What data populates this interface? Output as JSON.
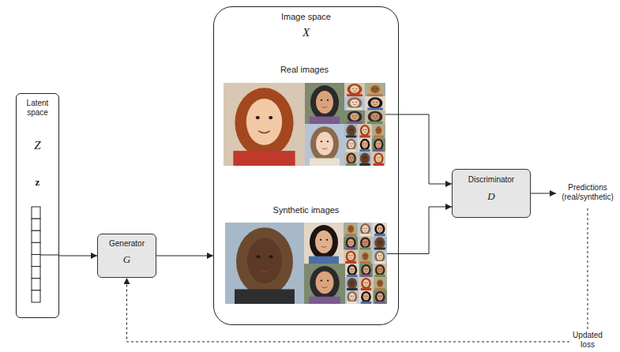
{
  "diagram": {
    "nodes": [
      {
        "text": [
          "Latent space",
          "Z",
          "z"
        ]
      },
      {
        "text": [
          "Generator",
          "G"
        ]
      },
      {
        "text": [
          "Image space",
          "X"
        ]
      },
      {
        "text": [
          "Real images"
        ],
        "in": 2
      },
      {
        "text": [
          "Synthetic images"
        ],
        "in": 2
      },
      {
        "text": [
          "Discriminator",
          "D"
        ]
      },
      {
        "text": [
          "Predictions (real/synthetic)"
        ]
      }
    ],
    "edges": [
      {
        "from": 0,
        "to": 1,
        "arrow": "to"
      },
      {
        "from": 1,
        "to": 2,
        "arrow": "to"
      },
      {
        "from": 3,
        "to": 5,
        "arrow": "to"
      },
      {
        "from": 4,
        "to": 5,
        "arrow": "to"
      },
      {
        "from": 5,
        "to": 6,
        "arrow": "to"
      },
      {
        "from": 6,
        "to": 1,
        "label": "Updated loss",
        "arrow": "to"
      }
    ]
  }
}
